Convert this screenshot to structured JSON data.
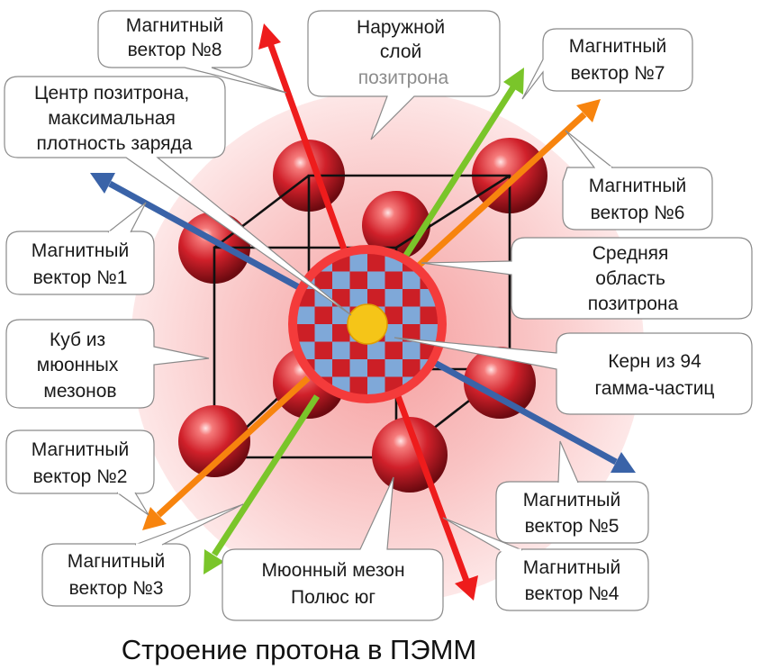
{
  "title": "Строение протона в ПЭММ",
  "labels": {
    "v8": [
      "Магнитный",
      "вектор №8"
    ],
    "outer": [
      "Наружной",
      "слой",
      "позитрона"
    ],
    "v7": [
      "Магнитный",
      "вектор №7"
    ],
    "center": [
      "Центр позитрона,",
      "максимальная",
      "плотность заряда"
    ],
    "v6": [
      "Магнитный",
      "вектор №6"
    ],
    "v1": [
      "Магнитный",
      "вектор №1"
    ],
    "middle": [
      "Средняя",
      "область",
      "позитрона"
    ],
    "cube": [
      "Куб из",
      "мюонных",
      "мезонов"
    ],
    "core": [
      "Керн из 94",
      "гамма-частиц"
    ],
    "v2": [
      "Магнитный",
      "вектор №2"
    ],
    "v5": [
      "Магнитный",
      "вектор №5"
    ],
    "v3": [
      "Магнитный",
      "вектор №3"
    ],
    "south": [
      "Мюонный мезон",
      "Полюс юг"
    ],
    "v4": [
      "Магнитный",
      "вектор №4"
    ]
  },
  "colors": {
    "red_vector": "#ee1c1c",
    "green_vector": "#7ac52a",
    "orange_vector": "#f7840e",
    "blue_vector": "#3a63a8",
    "core": "#f5c518",
    "checker_red": "#cc1f26",
    "checker_blue": "#7fa8d8",
    "halo": "#f9c5c5"
  }
}
